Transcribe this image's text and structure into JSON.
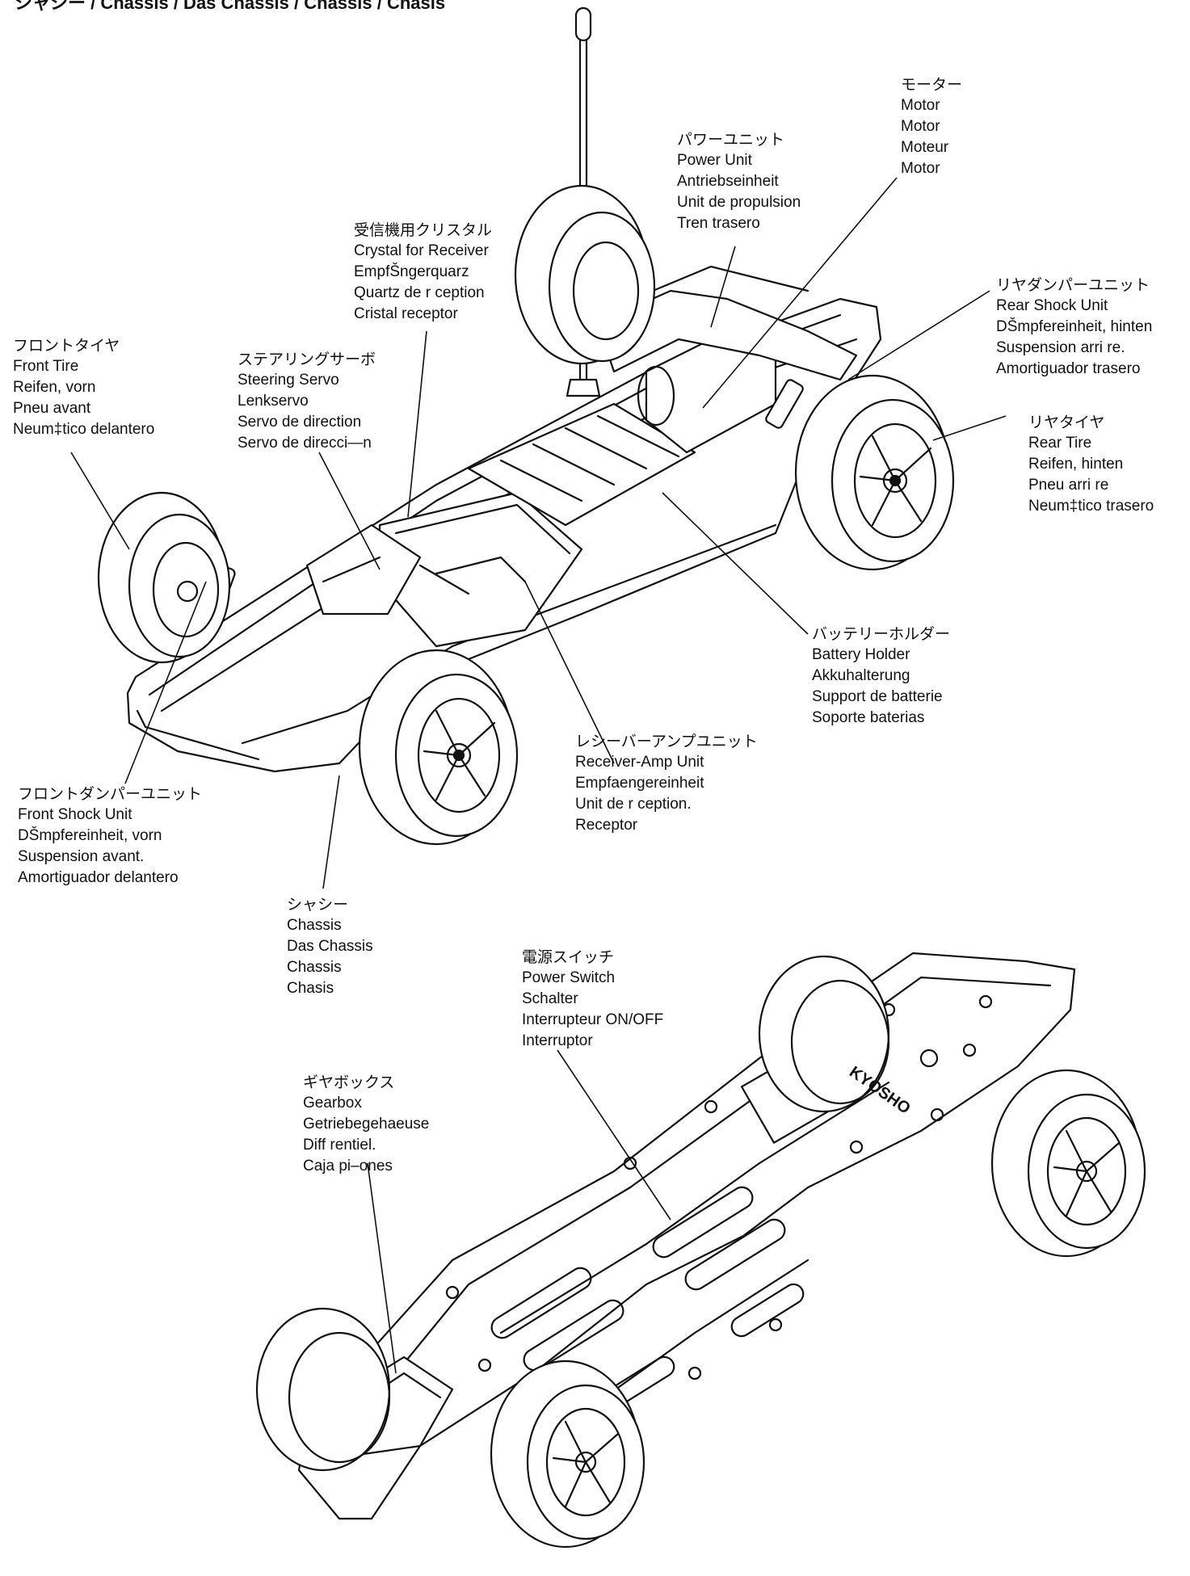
{
  "title": "シャシー / Chassis / Das Chassis / Chassis / Chasis",
  "labels": [
    {
      "id": "motor",
      "jp": "モーター",
      "lines": [
        "Motor",
        "Motor",
        "Moteur",
        "Motor"
      ]
    },
    {
      "id": "power_unit",
      "jp": "パワーユニット",
      "lines": [
        "Power Unit",
        "Antriebseinheit",
        "Unit  de propulsion",
        "Tren trasero"
      ]
    },
    {
      "id": "crystal",
      "jp": "受信機用クリスタル",
      "lines": [
        "Crystal for Receiver",
        "EmpfŠngerquarz",
        "Quartz de r ception",
        "Cristal receptor"
      ]
    },
    {
      "id": "rear_shock",
      "jp": "リヤダンパーユニット",
      "lines": [
        "Rear Shock Unit",
        "DŠmpfereinheit, hinten",
        "Suspension arri re.",
        "Amortiguador trasero"
      ]
    },
    {
      "id": "front_tire",
      "jp": "フロントタイヤ",
      "lines": [
        "Front Tire",
        "Reifen, vorn",
        "Pneu avant",
        "Neum‡tico delantero"
      ]
    },
    {
      "id": "steering_servo",
      "jp": "ステアリングサーボ",
      "lines": [
        "Steering Servo",
        "Lenkservo",
        "Servo de direction",
        "Servo de direcci—n"
      ]
    },
    {
      "id": "rear_tire",
      "jp": "リヤタイヤ",
      "lines": [
        "Rear Tire",
        "Reifen, hinten",
        "Pneu arri re",
        "Neum‡tico trasero"
      ]
    },
    {
      "id": "battery_holder",
      "jp": "バッテリーホルダー",
      "lines": [
        "Battery Holder",
        "Akkuhalterung",
        "Support de batterie",
        "Soporte baterias"
      ]
    },
    {
      "id": "receiver_amp",
      "jp": "レシーバーアンプユニット",
      "lines": [
        "Receiver-Amp Unit",
        "Empfaengereinheit",
        "Unit  de r ception.",
        "Receptor"
      ]
    },
    {
      "id": "front_shock",
      "jp": "フロントダンパーユニット",
      "lines": [
        "Front Shock Unit",
        "DŠmpfereinheit, vorn",
        "Suspension avant.",
        "Amortiguador delantero"
      ]
    },
    {
      "id": "chassis",
      "jp": "シャシー",
      "lines": [
        "Chassis",
        "Das Chassis",
        "Chassis",
        "Chasis"
      ]
    },
    {
      "id": "power_switch",
      "jp": "電源スイッチ",
      "lines": [
        "Power Switch",
        "Schalter",
        "Interrupteur ON/OFF",
        "Interruptor"
      ]
    },
    {
      "id": "gearbox",
      "jp": "ギヤボックス",
      "lines": [
        "Gearbox",
        "Getriebegehaeuse",
        "Diff rentiel.",
        "Caja pi–ones"
      ]
    }
  ],
  "logo_text": "KYOSHO"
}
